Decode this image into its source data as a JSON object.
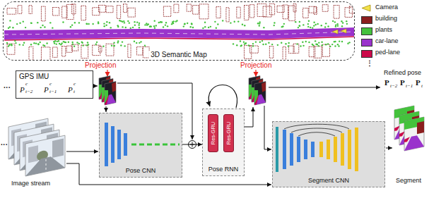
{
  "diagram": {
    "nodes": [
      {
        "text": [
          "3D Semantic Map"
        ]
      },
      {
        "text": [
          "GPS IMU"
        ]
      },
      {
        "text": [
          "Pose CNN"
        ]
      },
      {
        "text": [
          "Pose RNN"
        ]
      },
      {
        "text": [
          "Res-GRU"
        ],
        "in": 3
      },
      {
        "text": [
          "Res-GRU"
        ],
        "in": 3
      },
      {
        "text": [
          "Segment CNN"
        ]
      }
    ],
    "edges": [
      {
        "from": 2,
        "to": 3,
        "arrow": "to"
      }
    ],
    "labels": [
      "Projection",
      "Projection",
      "···",
      "P",
      "c",
      "t−2",
      "P",
      "c",
      "t−1",
      "P",
      "c",
      "t",
      "···",
      "Image stream",
      "Refined pose",
      "P",
      "t−2",
      "P",
      "t−1",
      "P",
      "t",
      "Segment",
      "⋮"
    ],
    "legend": [
      {
        "text": "Camera"
      },
      {
        "text": "building",
        "color": "#8b1e1e"
      },
      {
        "text": "plants",
        "color": "#44c23c"
      },
      {
        "text": "car-lane",
        "color": "#9a33cc"
      },
      {
        "text": "ped-lane",
        "color": "#cc0a4a"
      }
    ]
  }
}
